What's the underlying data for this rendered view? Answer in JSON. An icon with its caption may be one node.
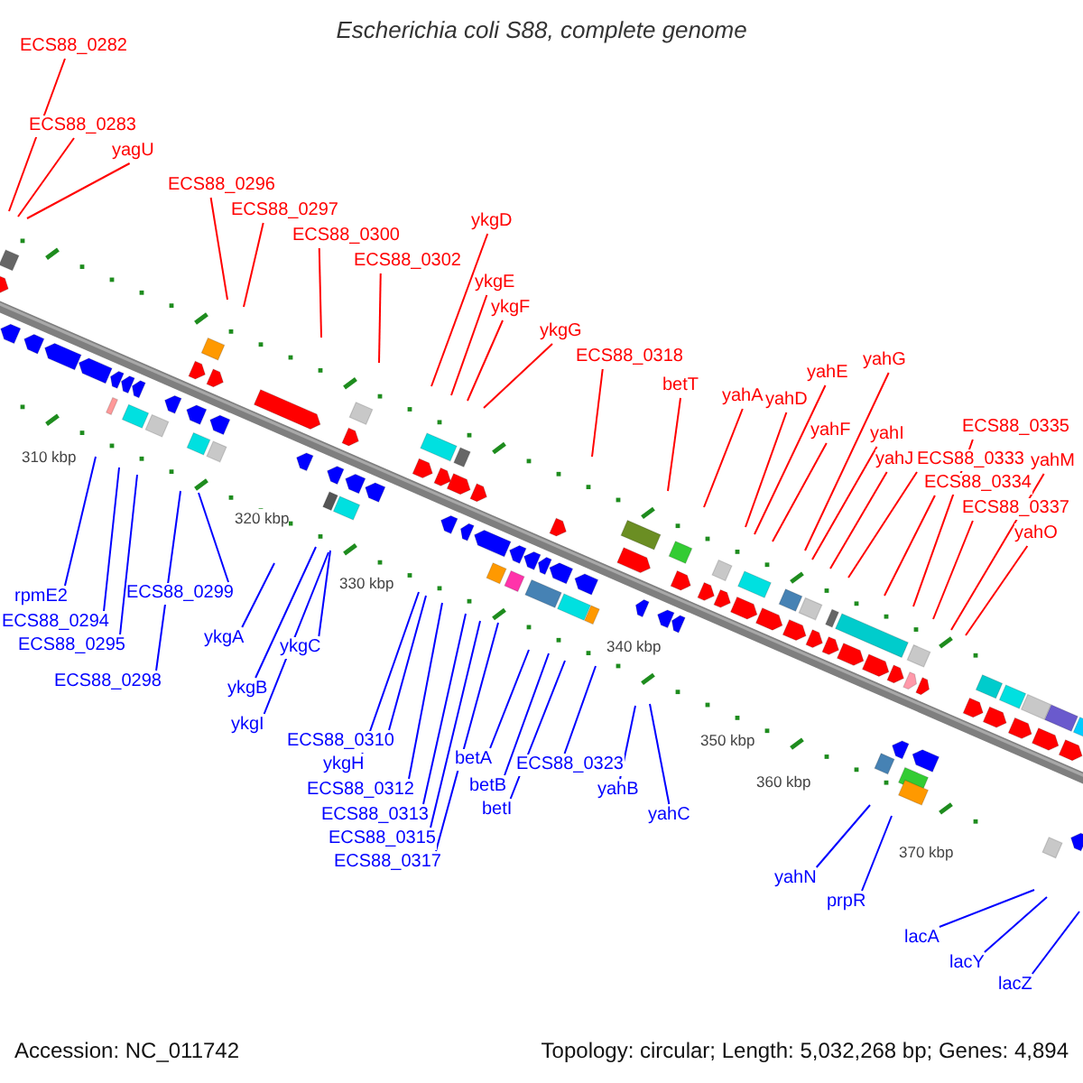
{
  "diagram": {
    "title": "Escherichia coli S88, complete genome",
    "nodes": [
      {
        "text": [
          "ECS88_0282"
        ]
      },
      {
        "text": [
          "ECS88_0283"
        ]
      },
      {
        "text": [
          "yagU"
        ]
      },
      {
        "text": [
          "ECS88_0296"
        ]
      },
      {
        "text": [
          "ECS88_0297"
        ]
      },
      {
        "text": [
          "ECS88_0300"
        ]
      },
      {
        "text": [
          "ECS88_0302"
        ]
      },
      {
        "text": [
          "ykgD"
        ]
      },
      {
        "text": [
          "ykgE"
        ]
      },
      {
        "text": [
          "ykgF"
        ]
      },
      {
        "text": [
          "ykgG"
        ]
      },
      {
        "text": [
          "ECS88_0318"
        ]
      },
      {
        "text": [
          "betT"
        ]
      },
      {
        "text": [
          "yahA"
        ]
      },
      {
        "text": [
          "yahD"
        ]
      },
      {
        "text": [
          "yahE"
        ]
      },
      {
        "text": [
          "yahF"
        ]
      },
      {
        "text": [
          "yahG"
        ]
      },
      {
        "text": [
          "yahI"
        ]
      },
      {
        "text": [
          "yahJ"
        ]
      },
      {
        "text": [
          "ECS88_0333"
        ]
      },
      {
        "text": [
          "ECS88_0335"
        ]
      },
      {
        "text": [
          "ECS88_0334"
        ]
      },
      {
        "text": [
          "ECS88_0337"
        ]
      },
      {
        "text": [
          "yahM"
        ]
      },
      {
        "text": [
          "yahO"
        ]
      },
      {
        "text": [
          "rpmE2"
        ]
      },
      {
        "text": [
          "ECS88_0294"
        ]
      },
      {
        "text": [
          "ECS88_0295"
        ]
      },
      {
        "text": [
          "ECS88_0298"
        ]
      },
      {
        "text": [
          "ECS88_0299"
        ]
      },
      {
        "text": [
          "ykgA"
        ]
      },
      {
        "text": [
          "ykgB"
        ]
      },
      {
        "text": [
          "ykgI"
        ]
      },
      {
        "text": [
          "ykgC"
        ]
      },
      {
        "text": [
          "ECS88_0310"
        ]
      },
      {
        "text": [
          "ykgH"
        ]
      },
      {
        "text": [
          "ECS88_0312"
        ]
      },
      {
        "text": [
          "ECS88_0313"
        ]
      },
      {
        "text": [
          "ECS88_0315"
        ]
      },
      {
        "text": [
          "ECS88_0317"
        ]
      },
      {
        "text": [
          "betA"
        ]
      },
      {
        "text": [
          "betB"
        ]
      },
      {
        "text": [
          "betI"
        ]
      },
      {
        "text": [
          "ECS88_0323"
        ]
      },
      {
        "text": [
          "yahB"
        ]
      },
      {
        "text": [
          "yahC"
        ]
      },
      {
        "text": [
          "yahN"
        ]
      },
      {
        "text": [
          "prpR"
        ]
      },
      {
        "text": [
          "lacA"
        ]
      },
      {
        "text": [
          "lacY"
        ]
      },
      {
        "text": [
          "lacZ"
        ]
      }
    ],
    "edges": [
      {
        "from": 0,
        "to": null,
        "arrow": "none",
        "color": "#ff0000"
      },
      {
        "from": 1,
        "to": null,
        "arrow": "none",
        "color": "#ff0000"
      },
      {
        "from": 2,
        "to": null,
        "arrow": "none",
        "color": "#ff0000"
      },
      {
        "from": 3,
        "to": null,
        "arrow": "none",
        "color": "#ff0000"
      },
      {
        "from": 4,
        "to": null,
        "arrow": "none",
        "color": "#ff0000"
      },
      {
        "from": 5,
        "to": null,
        "arrow": "none",
        "color": "#ff0000"
      },
      {
        "from": 6,
        "to": null,
        "arrow": "none",
        "color": "#ff0000"
      },
      {
        "from": 7,
        "to": null,
        "arrow": "none",
        "color": "#ff0000"
      },
      {
        "from": 8,
        "to": null,
        "arrow": "none",
        "color": "#ff0000"
      },
      {
        "from": 9,
        "to": null,
        "arrow": "none",
        "color": "#ff0000"
      },
      {
        "from": 10,
        "to": null,
        "arrow": "none",
        "color": "#ff0000"
      },
      {
        "from": 11,
        "to": null,
        "arrow": "none",
        "color": "#ff0000"
      },
      {
        "from": 12,
        "to": null,
        "arrow": "none",
        "color": "#ff0000"
      },
      {
        "from": 13,
        "to": null,
        "arrow": "none",
        "color": "#ff0000"
      },
      {
        "from": 14,
        "to": null,
        "arrow": "none",
        "color": "#ff0000"
      },
      {
        "from": 15,
        "to": null,
        "arrow": "none",
        "color": "#ff0000"
      },
      {
        "from": 16,
        "to": null,
        "arrow": "none",
        "color": "#ff0000"
      },
      {
        "from": 17,
        "to": null,
        "arrow": "none",
        "color": "#ff0000"
      },
      {
        "from": 18,
        "to": null,
        "arrow": "none",
        "color": "#ff0000"
      },
      {
        "from": 19,
        "to": null,
        "arrow": "none",
        "color": "#ff0000"
      },
      {
        "from": 20,
        "to": null,
        "arrow": "none",
        "color": "#ff0000"
      },
      {
        "from": 21,
        "to": null,
        "arrow": "none",
        "color": "#ff0000"
      },
      {
        "from": 22,
        "to": null,
        "arrow": "none",
        "color": "#ff0000"
      },
      {
        "from": 23,
        "to": null,
        "arrow": "none",
        "color": "#ff0000"
      },
      {
        "from": 24,
        "to": null,
        "arrow": "none",
        "color": "#ff0000"
      },
      {
        "from": 25,
        "to": null,
        "arrow": "none",
        "color": "#ff0000"
      },
      {
        "from": 26,
        "to": null,
        "arrow": "none",
        "color": "#0000ff"
      },
      {
        "from": 27,
        "to": null,
        "arrow": "none",
        "color": "#0000ff"
      },
      {
        "from": 28,
        "to": null,
        "arrow": "none",
        "color": "#0000ff"
      },
      {
        "from": 29,
        "to": null,
        "arrow": "none",
        "color": "#0000ff"
      },
      {
        "from": 30,
        "to": null,
        "arrow": "none",
        "color": "#0000ff"
      },
      {
        "from": 31,
        "to": null,
        "arrow": "none",
        "color": "#0000ff"
      },
      {
        "from": 32,
        "to": null,
        "arrow": "none",
        "color": "#0000ff"
      },
      {
        "from": 33,
        "to": null,
        "arrow": "none",
        "color": "#0000ff"
      },
      {
        "from": 34,
        "to": null,
        "arrow": "none",
        "color": "#0000ff"
      },
      {
        "from": 35,
        "to": null,
        "arrow": "none",
        "color": "#0000ff"
      },
      {
        "from": 36,
        "to": null,
        "arrow": "none",
        "color": "#0000ff"
      },
      {
        "from": 37,
        "to": null,
        "arrow": "none",
        "color": "#0000ff"
      },
      {
        "from": 38,
        "to": null,
        "arrow": "none",
        "color": "#0000ff"
      },
      {
        "from": 39,
        "to": null,
        "arrow": "none",
        "color": "#0000ff"
      },
      {
        "from": 40,
        "to": null,
        "arrow": "none",
        "color": "#0000ff"
      },
      {
        "from": 41,
        "to": null,
        "arrow": "none",
        "color": "#0000ff"
      },
      {
        "from": 42,
        "to": null,
        "arrow": "none",
        "color": "#0000ff"
      },
      {
        "from": 43,
        "to": null,
        "arrow": "none",
        "color": "#0000ff"
      },
      {
        "from": 44,
        "to": null,
        "arrow": "none",
        "color": "#0000ff"
      },
      {
        "from": 45,
        "to": null,
        "arrow": "none",
        "color": "#0000ff"
      },
      {
        "from": 46,
        "to": null,
        "arrow": "none",
        "color": "#0000ff"
      },
      {
        "from": 47,
        "to": null,
        "arrow": "none",
        "color": "#0000ff"
      },
      {
        "from": 48,
        "to": null,
        "arrow": "none",
        "color": "#0000ff"
      },
      {
        "from": 49,
        "to": null,
        "arrow": "none",
        "color": "#0000ff"
      },
      {
        "from": 50,
        "to": null,
        "arrow": "none",
        "color": "#0000ff"
      },
      {
        "from": 51,
        "to": null,
        "arrow": "none",
        "color": "#0000ff"
      }
    ],
    "labels": [
      "310 kbp",
      "320 kbp",
      "330 kbp",
      "340 kbp",
      "350 kbp",
      "360 kbp",
      "370 kbp",
      "Accession: NC_011742",
      "Topology: circular; Length: 5,032,268 bp; Genes: 4,894"
    ]
  }
}
